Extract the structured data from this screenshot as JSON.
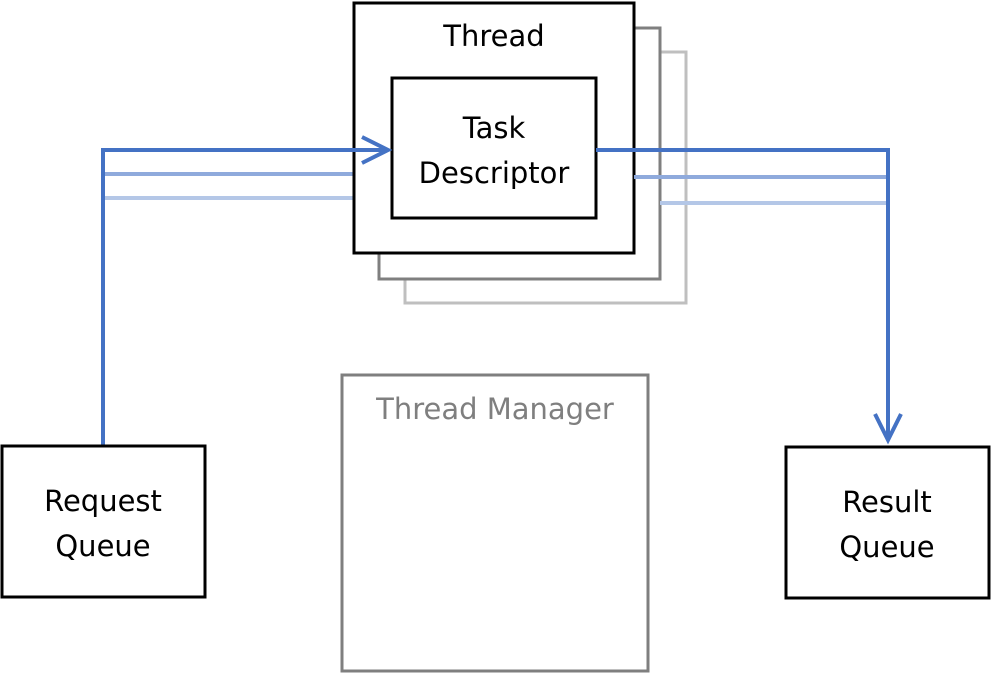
{
  "thread": {
    "label": "Thread"
  },
  "task_descriptor": {
    "line1": "Task",
    "line2": "Descriptor"
  },
  "thread_manager": {
    "label": "Thread Manager"
  },
  "request_queue": {
    "line1": "Request",
    "line2": "Queue"
  },
  "result_queue": {
    "line1": "Result",
    "line2": "Queue"
  },
  "colors": {
    "flow_primary": "#4472c4",
    "flow_secondary": "#8faadc",
    "flow_tertiary": "#b4c7e7",
    "box_black": "#000000",
    "box_gray": "#7f7f7f",
    "box_light_gray": "#bfbfbf",
    "text_black": "#000000",
    "text_gray": "#7f7f7f"
  }
}
